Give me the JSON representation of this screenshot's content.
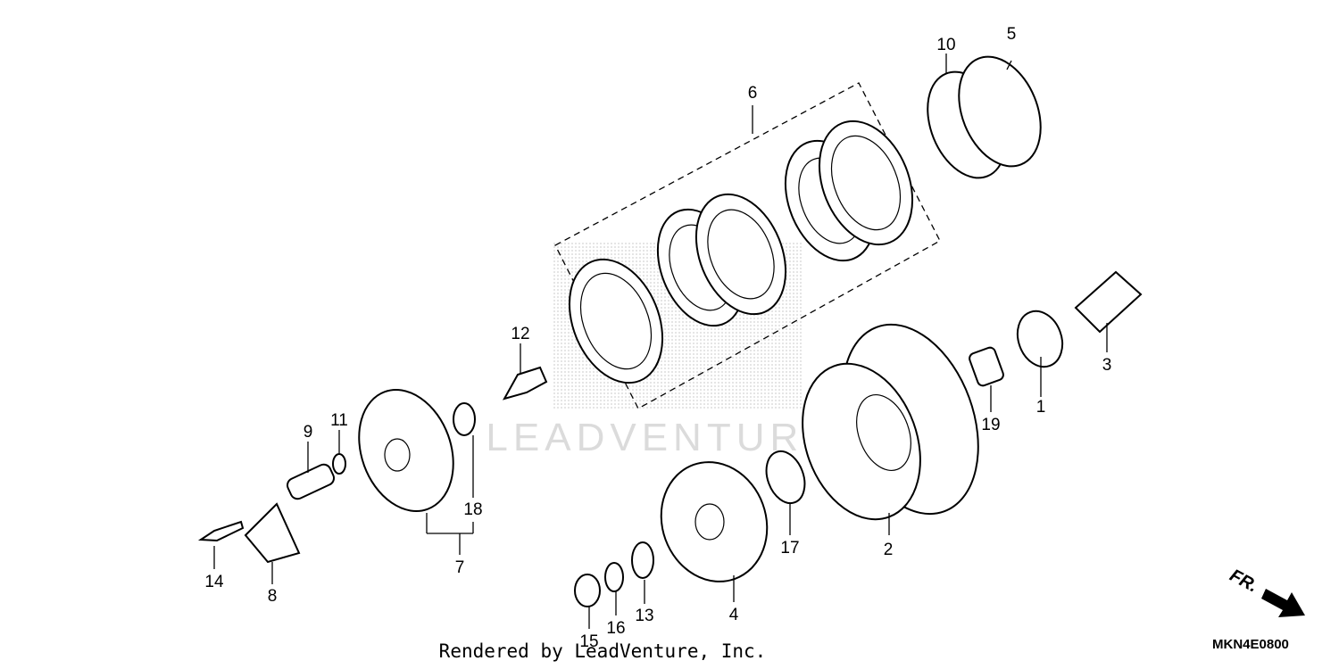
{
  "callouts": [
    "1",
    "2",
    "3",
    "4",
    "5",
    "6",
    "7",
    "8",
    "9",
    "10",
    "11",
    "12",
    "13",
    "14",
    "15",
    "16",
    "17",
    "18",
    "19"
  ],
  "watermark": "LEADVENTURE",
  "front_indicator": "FR.",
  "footer_text": "Rendered by LeadVenture, Inc.",
  "diagram_code": "MKN4E0800"
}
